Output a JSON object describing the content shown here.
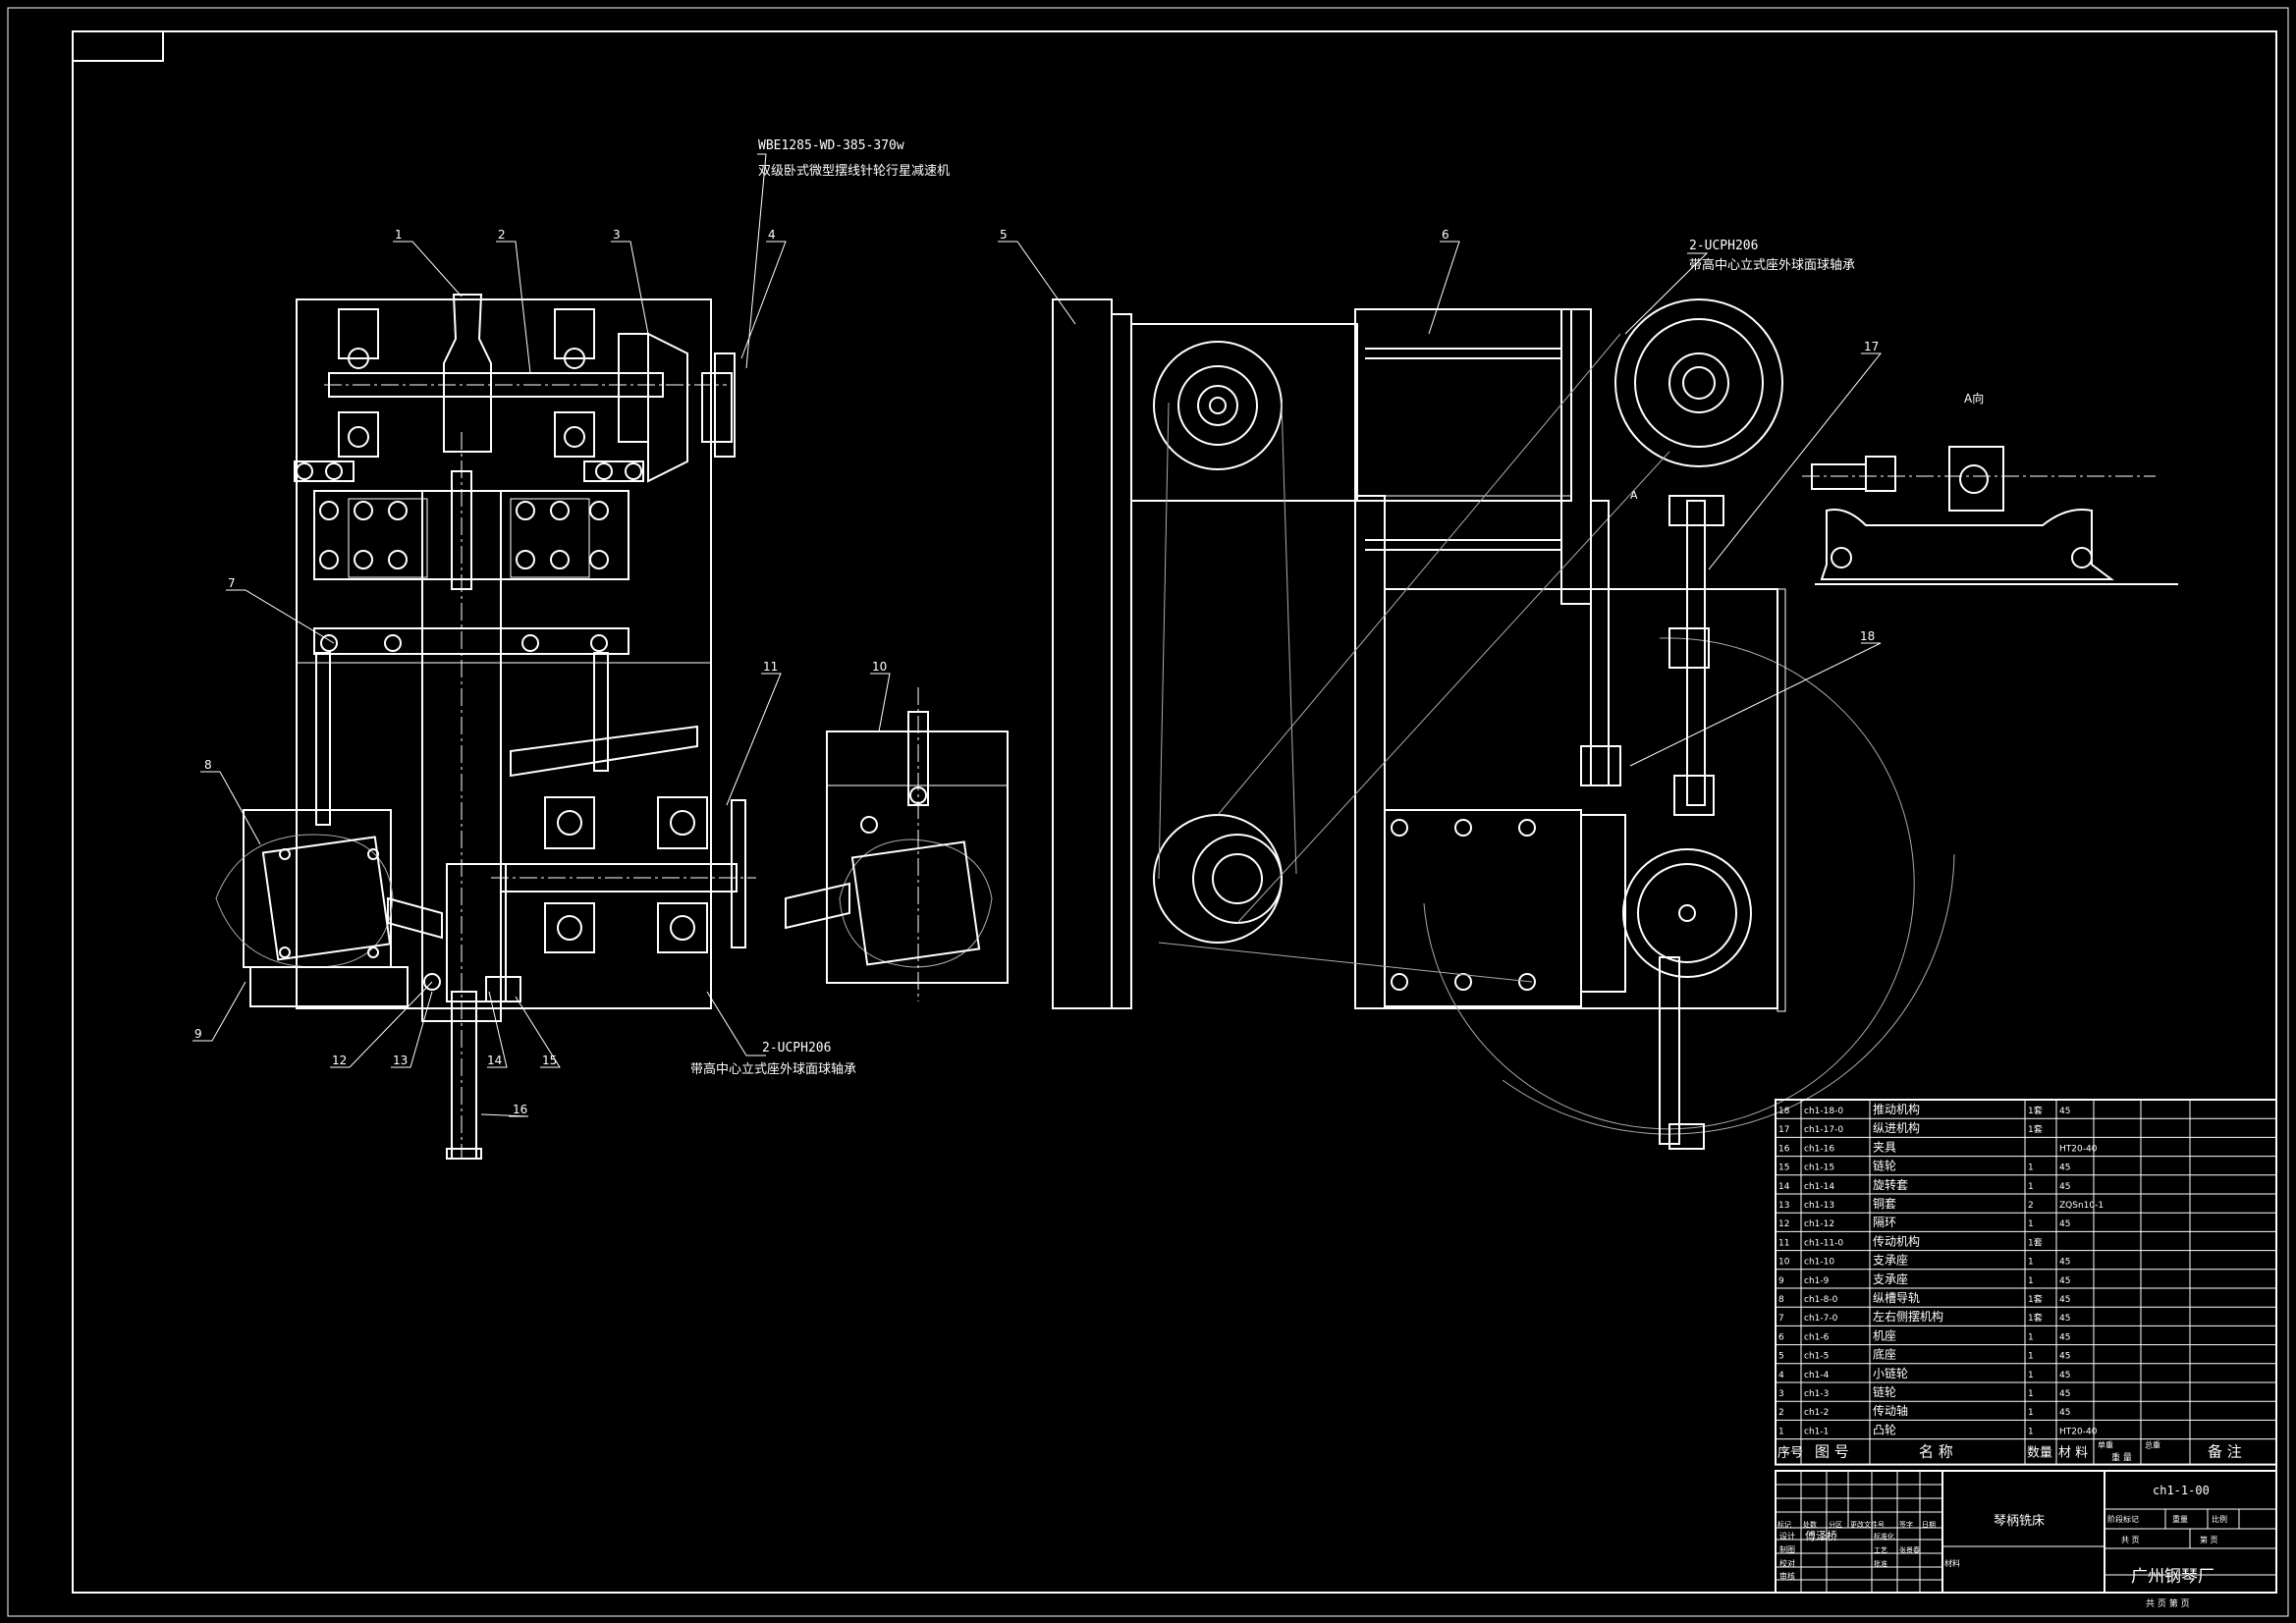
{
  "drawing": {
    "motor_model": "WBE1285-WD-385-370w",
    "motor_desc": "双级卧式微型摆线针轮行星减速机",
    "bearing_top": {
      "model": "2-UCPH206",
      "desc": "带高中心立式座外球面球轴承"
    },
    "bearing_bottom": {
      "model": "2-UCPH206",
      "desc": "带高中心立式座外球面球轴承"
    },
    "view_label": "A向",
    "arrow_label": "A",
    "callouts": [
      "1",
      "2",
      "3",
      "4",
      "5",
      "6",
      "7",
      "8",
      "9",
      "10",
      "11",
      "12",
      "13",
      "14",
      "15",
      "16",
      "17",
      "18"
    ]
  },
  "bom": {
    "rows": [
      {
        "no": "18",
        "code": "ch1-18-0",
        "name": "推动机构",
        "qty": "1套",
        "material": "45",
        "note": ""
      },
      {
        "no": "17",
        "code": "ch1-17-0",
        "name": "纵进机构",
        "qty": "1套",
        "material": "",
        "note": ""
      },
      {
        "no": "16",
        "code": "ch1-16",
        "name": "夹具",
        "qty": "",
        "material": "HT20-40",
        "note": ""
      },
      {
        "no": "15",
        "code": "ch1-15",
        "name": "链轮",
        "qty": "1",
        "material": "45",
        "note": ""
      },
      {
        "no": "14",
        "code": "ch1-14",
        "name": "旋转套",
        "qty": "1",
        "material": "45",
        "note": ""
      },
      {
        "no": "13",
        "code": "ch1-13",
        "name": "铜套",
        "qty": "2",
        "material": "ZQSn10-1",
        "note": ""
      },
      {
        "no": "12",
        "code": "ch1-12",
        "name": "隔环",
        "qty": "1",
        "material": "45",
        "note": ""
      },
      {
        "no": "11",
        "code": "ch1-11-0",
        "name": "传动机构",
        "qty": "1套",
        "material": "",
        "note": ""
      },
      {
        "no": "10",
        "code": "ch1-10",
        "name": "支承座",
        "qty": "1",
        "material": "45",
        "note": ""
      },
      {
        "no": "9",
        "code": "ch1-9",
        "name": "支承座",
        "qty": "1",
        "material": "45",
        "note": ""
      },
      {
        "no": "8",
        "code": "ch1-8-0",
        "name": "纵槽导轨",
        "qty": "1套",
        "material": "45",
        "note": ""
      },
      {
        "no": "7",
        "code": "ch1-7-0",
        "name": "左右侧摆机构",
        "qty": "1套",
        "material": "45",
        "note": ""
      },
      {
        "no": "6",
        "code": "ch1-6",
        "name": "机座",
        "qty": "1",
        "material": "45",
        "note": ""
      },
      {
        "no": "5",
        "code": "ch1-5",
        "name": "底座",
        "qty": "1",
        "material": "45",
        "note": ""
      },
      {
        "no": "4",
        "code": "ch1-4",
        "name": "小链轮",
        "qty": "1",
        "material": "45",
        "note": ""
      },
      {
        "no": "3",
        "code": "ch1-3",
        "name": "链轮",
        "qty": "1",
        "material": "45",
        "note": ""
      },
      {
        "no": "2",
        "code": "ch1-2",
        "name": "传动轴",
        "qty": "1",
        "material": "45",
        "note": ""
      },
      {
        "no": "1",
        "code": "ch1-1",
        "name": "凸轮",
        "qty": "1",
        "material": "HT20-40",
        "note": ""
      }
    ],
    "header": {
      "no": "序号",
      "code": "图 号",
      "name": "名 称",
      "qty": "数量",
      "material": "材 料",
      "weight_single": "单重",
      "weight_total": "总重",
      "weight": "重 量",
      "note": "备 注"
    }
  },
  "title_block": {
    "drawing_no": "ch1-1-00",
    "title": "琴柄铣床",
    "company": "广州钢琴厂",
    "designer": "傅泽桥",
    "checker": "张景春",
    "labels": {
      "mark": "标记",
      "count": "处数",
      "partition": "分区",
      "doc_no": "更改文件号",
      "sign": "签字",
      "date": "日期",
      "design": "设计",
      "draw": "制图",
      "check": "校对",
      "review": "审核",
      "std": "标准化",
      "process": "工艺",
      "approve": "批准",
      "material": "材料",
      "stage_mark": "阶段标记",
      "weight": "重量",
      "scale": "比例",
      "sheets_total": "共 页",
      "sheet": "第 页",
      "footer": "共 页 第 页"
    }
  }
}
